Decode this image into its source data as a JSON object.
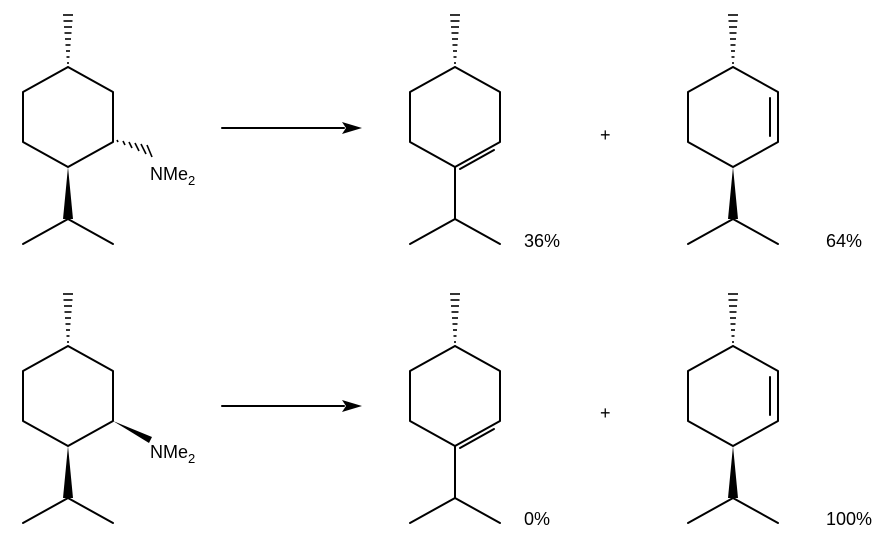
{
  "reactions": [
    {
      "reactant": {
        "substituent": "NMe",
        "substituent_sub": "2",
        "stereo": "hashed"
      },
      "plus": "+",
      "products": [
        {
          "yield": "36%"
        },
        {
          "yield": "64%"
        }
      ]
    },
    {
      "reactant": {
        "substituent": "NMe",
        "substituent_sub": "2",
        "stereo": "wedged"
      },
      "plus": "+",
      "products": [
        {
          "yield": "0%"
        },
        {
          "yield": "100%"
        }
      ]
    }
  ]
}
